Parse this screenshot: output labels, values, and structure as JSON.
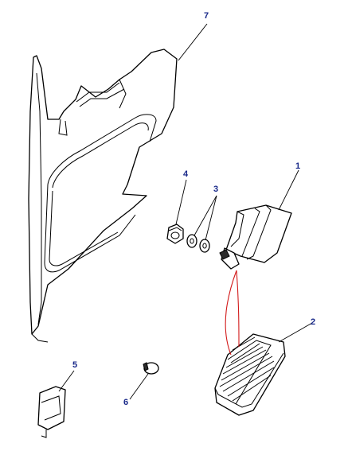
{
  "colors": {
    "callout": "#1a2a8a",
    "line_art": "#000000",
    "routing": "#d21a1a",
    "background": "#ffffff"
  },
  "callouts": [
    {
      "id": "1",
      "label": "1"
    },
    {
      "id": "2",
      "label": "2"
    },
    {
      "id": "3",
      "label": "3"
    },
    {
      "id": "4",
      "label": "4"
    },
    {
      "id": "5",
      "label": "5"
    },
    {
      "id": "6",
      "label": "6"
    },
    {
      "id": "7",
      "label": "7"
    }
  ]
}
